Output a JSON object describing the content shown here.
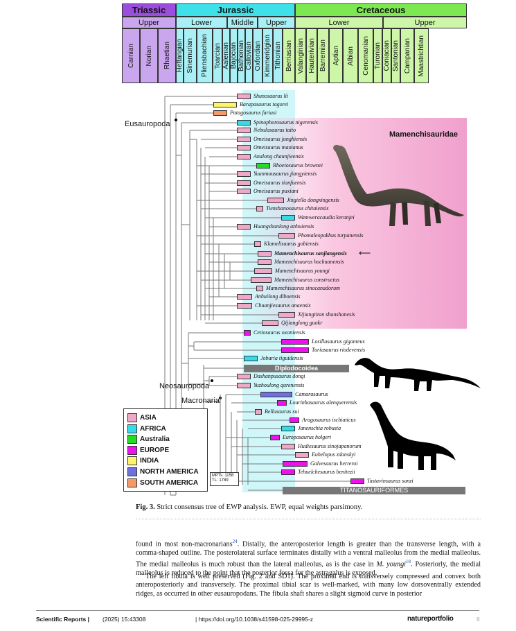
{
  "colors": {
    "Asia": "#f0a8c8",
    "Africa": "#35dbe8",
    "Australia": "#22dd22",
    "Europe": "#ee11ee",
    "India": "#fff36a",
    "North America": "#7070dd",
    "South America": "#f29a68",
    "triassic": "#9b4ddd",
    "triassic_light": "#c9a6ee",
    "jurassic": "#3ee0ea",
    "jurassic_light": "#a8f0f5",
    "cretaceous": "#7de851",
    "cretaceous_light": "#cdf6a8"
  },
  "periods": {
    "triassic": "Triassic",
    "jurassic": "Jurassic",
    "cretaceous": "Cretaceous"
  },
  "epochs": {
    "tri_upper": "Upper",
    "jur_lower": "Lower",
    "jur_middle": "Middle",
    "jur_upper": "Upper",
    "cre_lower": "Lower",
    "cre_upper": "Upper"
  },
  "stages": [
    "Carnian",
    "Norian",
    "Rhaetian",
    "Hettangian",
    "Sinemurian",
    "Pliensbachian",
    "Toarcian",
    "Aalenian",
    "Bajocian",
    "Bathonian",
    "Callovian",
    "Oxfordian",
    "Kimmeridgian",
    "Tithonian",
    "Berriasian",
    "Valanginian",
    "Hauterivian",
    "Barremian",
    "Aptian",
    "Albian",
    "Cenomanian",
    "Turonian",
    "Coniacian",
    "Santonian",
    "Campanian",
    "Maastrichtian"
  ],
  "taxa": [
    {
      "name": "Shunosaurus lii",
      "region": "Asia"
    },
    {
      "name": "Barapasaurus tagorei",
      "region": "India"
    },
    {
      "name": "Patagosaurus fariasi",
      "region": "South America"
    },
    {
      "name": "Spinophorosaurus nigerensis",
      "region": "Africa"
    },
    {
      "name": "Nebulasaurus taito",
      "region": "Asia"
    },
    {
      "name": "Omeisaurus junghiensis",
      "region": "Asia"
    },
    {
      "name": "Omeisaurus maoianus",
      "region": "Asia"
    },
    {
      "name": "Analong chaunjieensis",
      "region": "Asia"
    },
    {
      "name": "Rhoetosaurus brownei",
      "region": "Australia"
    },
    {
      "name": "Yuanmousaurus jiangyiensis",
      "region": "Asia"
    },
    {
      "name": "Omeisaurus tianfuensis",
      "region": "Asia"
    },
    {
      "name": "Omeisaurus puxiani",
      "region": "Asia"
    },
    {
      "name": "Jingiella dongxingensis",
      "region": "Asia"
    },
    {
      "name": "Tienshanosaurus chitaiensis",
      "region": "Asia"
    },
    {
      "name": "Wamweracaudia keranjei",
      "region": "Africa"
    },
    {
      "name": "Huangshanlong anhuiensis",
      "region": "Asia"
    },
    {
      "name": "Phomaleopakhus turpanensis",
      "region": "Asia"
    },
    {
      "name": "Klamelisaurus gobiensis",
      "region": "Asia"
    },
    {
      "name": "Mamenchisaurus sanjiangensis",
      "region": "Asia"
    },
    {
      "name": "Mamenchisaurus hochuanensis",
      "region": "Asia"
    },
    {
      "name": "Mamenchisaurus youngi",
      "region": "Asia"
    },
    {
      "name": "Mamenchisaurus constructus",
      "region": "Asia"
    },
    {
      "name": "Mamenchisaurus sinocanadorum",
      "region": "Asia"
    },
    {
      "name": "Anhuilong diboensis",
      "region": "Asia"
    },
    {
      "name": "Chuanjiesaurus anaensis",
      "region": "Asia"
    },
    {
      "name": "Xijiangtitan shanshanesis",
      "region": "Asia"
    },
    {
      "name": "Qijianglong guokr",
      "region": "Asia"
    },
    {
      "name": "Cetiosaurus oxoniensis",
      "region": "Europe"
    },
    {
      "name": "Losillasaurus giganteus",
      "region": "Europe"
    },
    {
      "name": "Turiasaurus riodevensis",
      "region": "Europe"
    },
    {
      "name": "Jobaria tiguidensis",
      "region": "Africa"
    },
    {
      "name": "Dashanpusaurus dongi",
      "region": "Asia"
    },
    {
      "name": "Yuzhoulong qurenensis",
      "region": "Asia"
    },
    {
      "name": "Camarasaurus",
      "region": "North America"
    },
    {
      "name": "Lourinhasaurus alenquerensis",
      "region": "Europe"
    },
    {
      "name": "Bellusaurus sui",
      "region": "Asia"
    },
    {
      "name": "Aragosaurus ischiaticus",
      "region": "Europe"
    },
    {
      "name": "Janenschia robusta",
      "region": "Africa"
    },
    {
      "name": "Europasaurus holgeri",
      "region": "Europe"
    },
    {
      "name": "Hudiesaurus sinojapanorum",
      "region": "Asia"
    },
    {
      "name": "Euhelopus zdanskyi",
      "region": "Asia"
    },
    {
      "name": "Galvesaurus herreroi",
      "region": "Europe"
    },
    {
      "name": "Tehuelchesaurus benitezii",
      "region": "Europe"
    },
    {
      "name": "Tastavinsaurus sanzi",
      "region": "Europe"
    }
  ],
  "clades": {
    "eusauropoda": "Eusauropoda",
    "mamenchisauridae": "Mamenchisauridae",
    "diplodocoidea": "Diplodocoidea",
    "neosauropoda": "Neosauropoda",
    "macronaria": "Macronaria",
    "titanosauriformes": "TITANOSAURIFORMES"
  },
  "legend": [
    {
      "label": "ASIA",
      "color": "#f0a8c8"
    },
    {
      "label": "AFRICA",
      "color": "#35dbe8"
    },
    {
      "label": "Australia",
      "color": "#22dd22"
    },
    {
      "label": "EUROPE",
      "color": "#ee11ee"
    },
    {
      "label": "INDIA",
      "color": "#fff36a"
    },
    {
      "label": "NORTH AMERICA",
      "color": "#7070dd"
    },
    {
      "label": "SOUTH AMERICA",
      "color": "#f29a68"
    }
  ],
  "stats": {
    "mpts": "MPTs: 1158",
    "tl": "TL: 1789"
  },
  "caption": {
    "label": "Fig. 3.",
    "text": "Strict consensus tree of EWP analysis. EWP, equal weights parsimony."
  },
  "body": {
    "p1a": "found in most non-macronarians",
    "p1_ref1": "24",
    "p1b": ". Distally, the anteroposterior length is greater than the transverse length, with a comma-shaped outline. The posterolateral surface terminates distally with a ventral malleolus from the medial malleolus. The medial malleolus is much robust than the lateral malleolus, as is the case in",
    "p1_species": "M. youngi",
    "p1_ref2": "18",
    "p1c": ". Posteriorly, the medial malleolus is reduced to the point that the posterior fossa for the astragalus is exposed.",
    "p2": "The left fibula is well preserved (Fig. 2 and SD1). The proximal end is transversely compressed and convex both anteroposteriorly and transversely. The proximal tibial scar is well-marked, with many low dorsoventrally extended ridges, as occurred in other eusauropodans. The fibula shaft shares a slight sigmoid curve in posterior"
  },
  "footer": {
    "journal": "Scientific Reports |",
    "volume": "(2025) 15:43308",
    "doi": "| https://doi.org/10.1038/s41598-025-29995-z",
    "publisher": "natureportfolio",
    "page": "8"
  }
}
